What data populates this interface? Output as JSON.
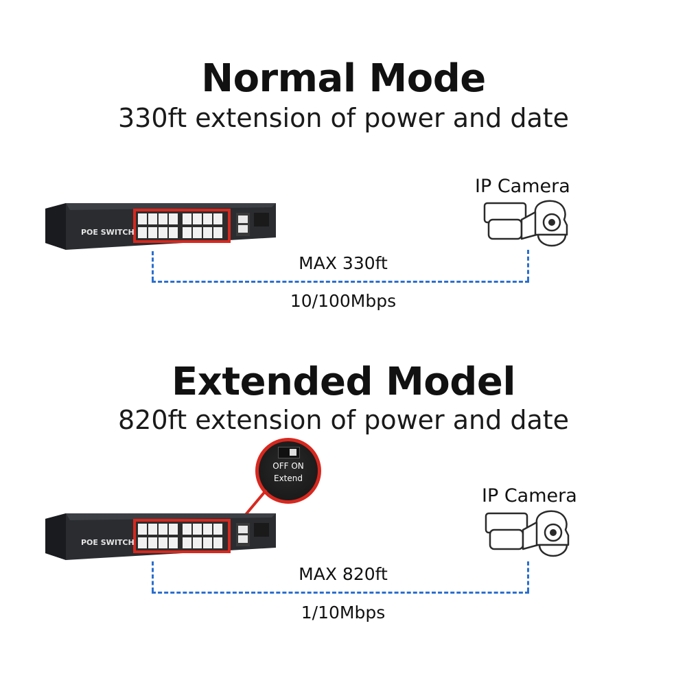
{
  "normal": {
    "title": "Normal Mode",
    "subtitle": "330ft extension of power and date",
    "switch_label": "POE SWITCH",
    "camera_label": "IP Camera",
    "distance_label": "MAX 330ft",
    "speed_label": "10/100Mbps"
  },
  "extended": {
    "title": "Extended Model",
    "subtitle": "820ft extension of power and date",
    "switch_label": "POE SWITCH",
    "camera_label": "IP Camera",
    "distance_label": "MAX 820ft",
    "speed_label": "1/10Mbps",
    "dip_off": "OFF",
    "dip_on": "ON",
    "dip_caption": "Extend"
  },
  "colors": {
    "link_dash": "#2b6fcf",
    "port_frame": "#d7281f",
    "switch_body": "#2a2c30"
  }
}
